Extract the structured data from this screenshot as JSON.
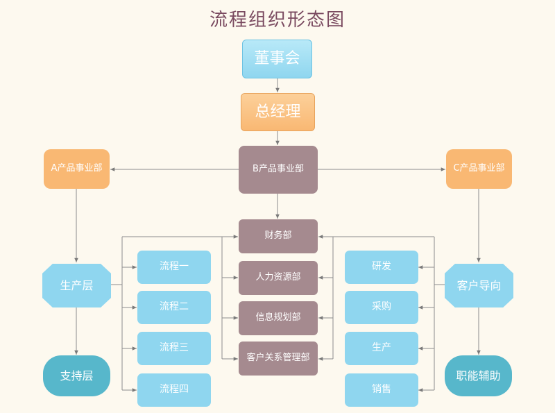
{
  "title": "流程组织形态图",
  "nodes": {
    "board": "董事会",
    "general_manager": "总经理",
    "b_division": "B产品事业部",
    "a_division": "A产品事业部",
    "c_division": "C产品事业部",
    "production_layer": "生产层",
    "customer_oriented": "客户导向",
    "support_layer": "支持层",
    "functional_support": "职能辅助",
    "center": [
      "财务部",
      "人力资源部",
      "信息规划部",
      "客户关系管理部"
    ],
    "processes": [
      "流程一",
      "流程二",
      "流程三",
      "流程四"
    ],
    "functions": [
      "研发",
      "采购",
      "生产",
      "销售"
    ]
  },
  "colors": {
    "blue": "#8fd6ef",
    "orange": "#f9b873",
    "mauve": "#a58a8f",
    "teal": "#57b7cb",
    "connector": "#8c8c8c",
    "title": "#7a4a60"
  }
}
